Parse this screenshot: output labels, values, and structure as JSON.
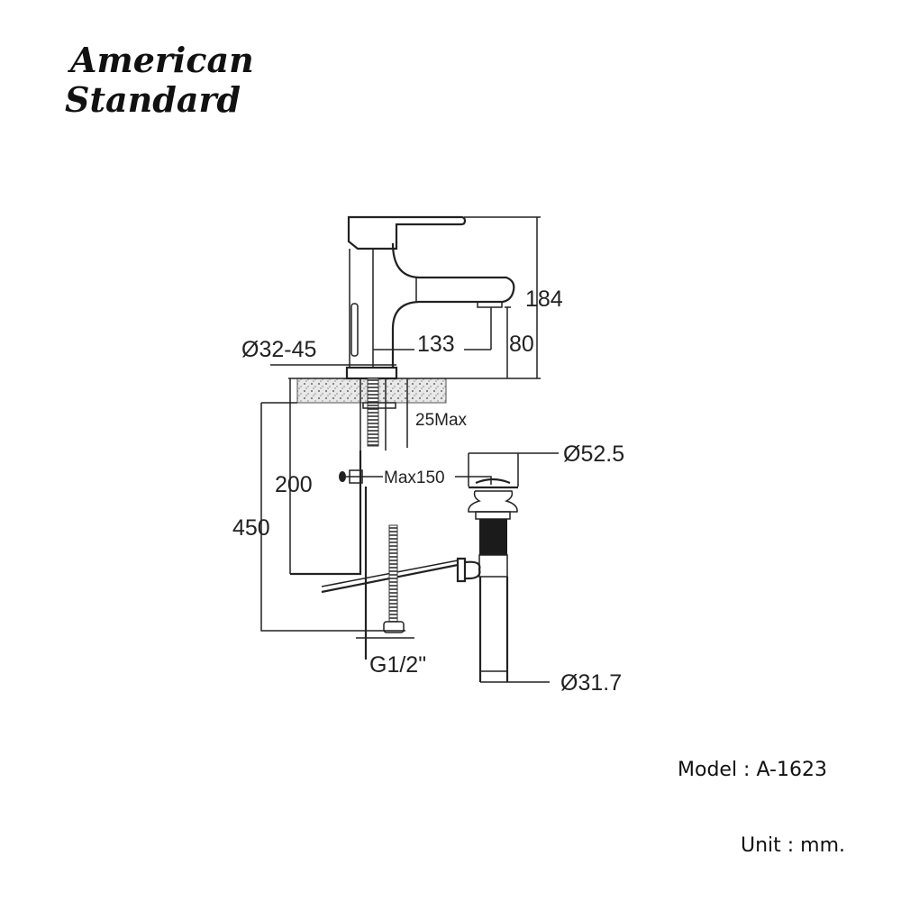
{
  "brand": {
    "line1": "American",
    "line2": "Standard"
  },
  "dimensions": {
    "height_total": "184",
    "spout_height": "80",
    "spout_reach": "133",
    "hole_diameter": "Ø32-45",
    "deck_thickness": "25Max",
    "hose_length": "200",
    "supply_length": "450",
    "lever_max": "Max150",
    "connection": "G1/2\"",
    "drain_top": "Ø52.5",
    "drain_pipe": "Ø31.7"
  },
  "info": {
    "model": "Model : A-1623",
    "unit": "Unit : mm."
  }
}
